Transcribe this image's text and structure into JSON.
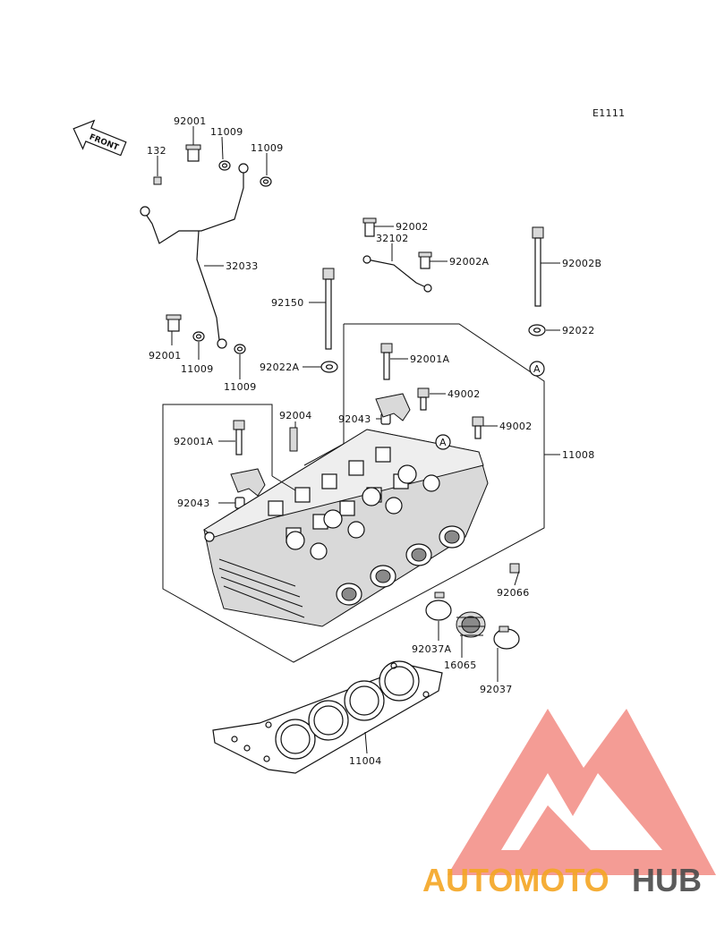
{
  "diagram_code": "E1111",
  "front_label": "FRONT",
  "callout_A": "A",
  "parts": {
    "p92001_top": "92001",
    "p11009_a": "11009",
    "p11009_b": "11009",
    "p132": "132",
    "p32033": "32033",
    "p92001_low": "92001",
    "p11009_c": "11009",
    "p11009_d": "11009",
    "p92002": "92002",
    "p32102": "32102",
    "p92002A": "92002A",
    "p92002B": "92002B",
    "p92150": "92150",
    "p92022": "92022",
    "p92022A": "92022A",
    "p92001A_a": "92001A",
    "p49002_a": "49002",
    "p92004": "92004",
    "p92043_a": "92043",
    "p49002_b": "49002",
    "p92001A_b": "92001A",
    "p11008": "11008",
    "p92043_b": "92043",
    "p92066": "92066",
    "p92037A": "92037A",
    "p16065": "16065",
    "p92037": "92037",
    "p11004": "11004"
  },
  "watermark": {
    "part1": "AUTOMOTO",
    "part2": "HUB",
    "color1": "#f5a623",
    "color2": "#4a4a4a",
    "logo_color": "#f28b82"
  }
}
